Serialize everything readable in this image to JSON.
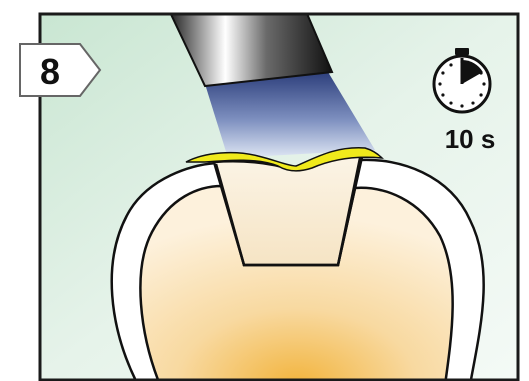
{
  "step": {
    "number": "8"
  },
  "timer": {
    "label": "10 s",
    "elapsed_fraction": 0.1667
  },
  "colors": {
    "background": "#d9eee0",
    "frame": "#1a1a1a",
    "bonding_layer": "#f0ea1c",
    "light_beam": "#4b5f9a",
    "dentin": "#f6c97a"
  },
  "icons": {
    "step_badge": "arrow-badge-icon",
    "timer": "stopwatch-icon",
    "light_guide": "curing-light-tip-icon"
  }
}
